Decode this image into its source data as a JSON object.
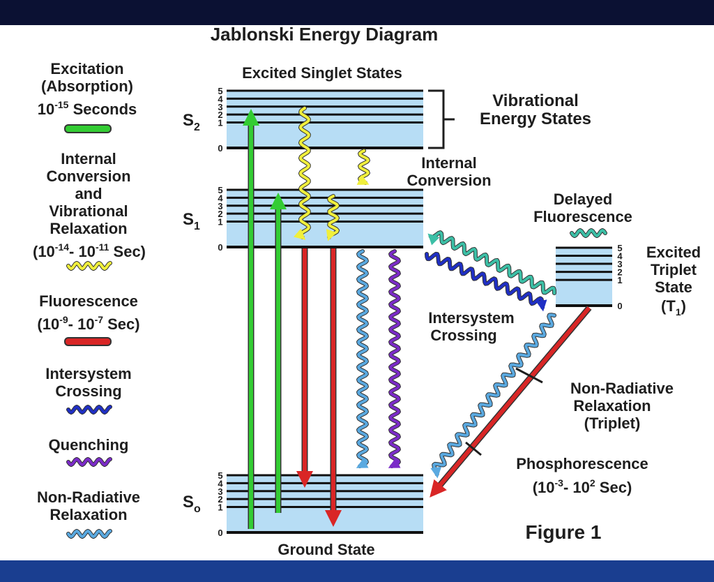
{
  "title": "Jablonski Energy Diagram",
  "legend": [
    {
      "lines": [
        "Excitation",
        "(Absorption)"
      ],
      "time": {
        "base": "10",
        "exp": "-15",
        "suffix": " Seconds"
      },
      "color": "#33cc33",
      "wavy": false
    },
    {
      "lines": [
        "Internal",
        "Conversion",
        "and",
        "Vibrational",
        "Relaxation"
      ],
      "time": {
        "prefix": "(",
        "base": "10",
        "exp": "-14",
        "mid": "- 10",
        "exp2": "-11",
        "suffix": " Sec)"
      },
      "color": "#f0ef3c",
      "wavy": true
    },
    {
      "lines": [
        "Fluorescence"
      ],
      "time": {
        "prefix": "(",
        "base": "10",
        "exp": "-9",
        "mid": "- 10",
        "exp2": "-7",
        "suffix": " Sec)"
      },
      "color": "#d92626",
      "wavy": false
    },
    {
      "lines": [
        "Intersystem",
        "Crossing"
      ],
      "color": "#1f2fc4",
      "wavy": true
    },
    {
      "lines": [
        "Quenching"
      ],
      "color": "#7b2bc8",
      "wavy": true
    },
    {
      "lines": [
        "Non-Radiative",
        "Relaxation"
      ],
      "color": "#5aa9e0",
      "wavy": true
    }
  ],
  "states": {
    "singlet_header": "Excited Singlet States",
    "s2": {
      "base": "S",
      "sub": "2"
    },
    "s1": {
      "base": "S",
      "sub": "1"
    },
    "s0": {
      "base": "S",
      "sub": "o"
    },
    "vib_levels": [
      "5",
      "4",
      "3",
      "2",
      "1",
      "0"
    ],
    "ground": "Ground State",
    "triplet": {
      "lines": [
        "Excited",
        "Triplet",
        "State"
      ],
      "label": {
        "base": "(T",
        "sub": "1",
        "suffix": ")"
      }
    }
  },
  "annotations": {
    "vibrational": [
      "Vibrational",
      "Energy States"
    ],
    "internal_conversion": [
      "Internal",
      "Conversion"
    ],
    "delayed_fluorescence": [
      "Delayed",
      "Fluorescence"
    ],
    "intersystem_crossing": [
      "Intersystem",
      "Crossing"
    ],
    "nonradiative_triplet": [
      "Non-Radiative",
      "Relaxation",
      "(Triplet)"
    ],
    "phosphorescence": "Phosphorescence",
    "phosphorescence_time": {
      "prefix": "(",
      "base": "10",
      "exp": "-3",
      "mid": "- 10",
      "exp2": "2",
      "suffix": " Sec)"
    },
    "figure": "Figure 1"
  },
  "colors": {
    "band": "#b7ddf5",
    "excitation": "#33cc33",
    "internal": "#f0ef3c",
    "fluorescence": "#d92626",
    "isc": "#1f2fc4",
    "quench": "#7b2bc8",
    "nonrad": "#5aa9e0",
    "delayed": "#3cbfa6",
    "top_bar": "#0b1133",
    "bottom_bar": "#1a3e90"
  }
}
